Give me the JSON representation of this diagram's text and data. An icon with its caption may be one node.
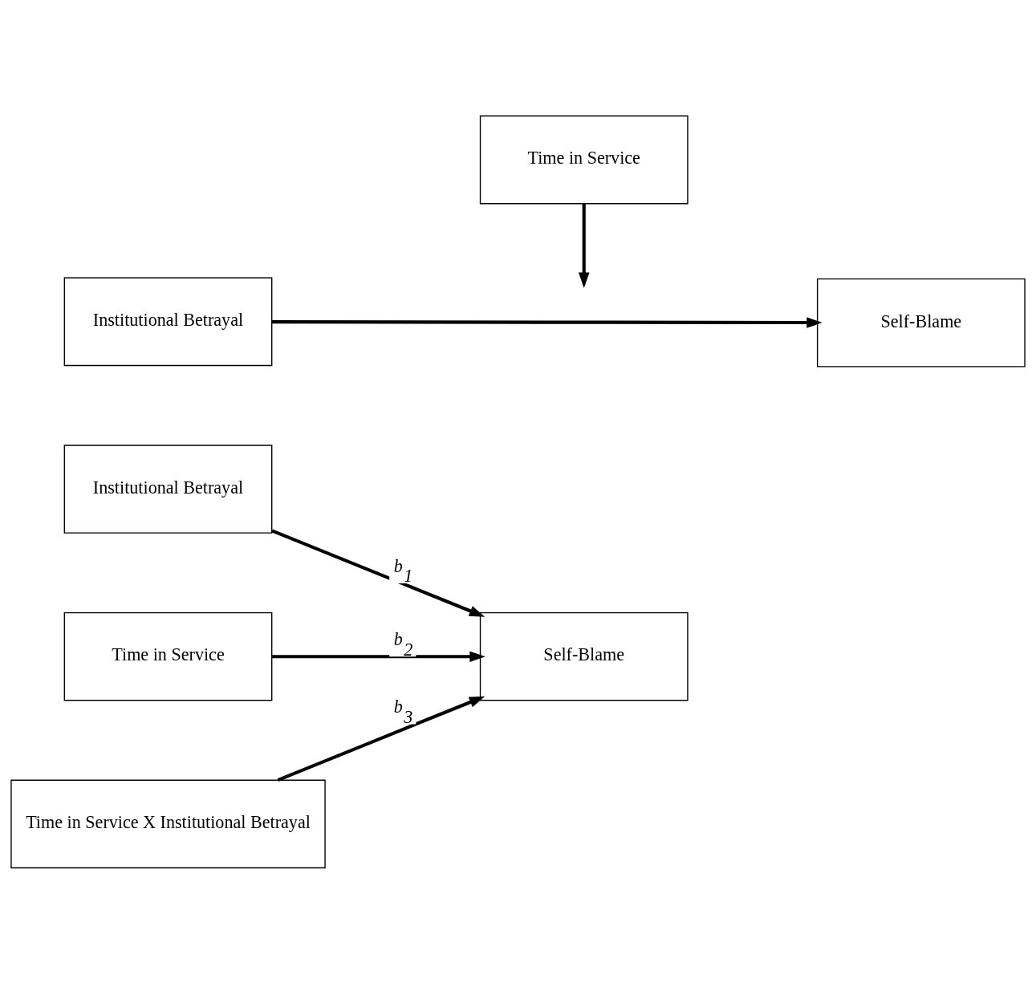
{
  "diagram": {
    "nodes": [
      {
        "text": [
          "Time in Service"
        ]
      },
      {
        "text": [
          "Institutional Betrayal"
        ]
      },
      {
        "text": [
          "Self-Blame"
        ]
      },
      {
        "text": [
          "Institutional Betrayal"
        ]
      },
      {
        "text": [
          "Time in Service"
        ]
      },
      {
        "text": [
          "Time in Service X Institutional Betrayal"
        ]
      },
      {
        "text": [
          "Self-Blame"
        ]
      }
    ],
    "edges": [
      {
        "from": 0,
        "to": null,
        "arrow": "to"
      },
      {
        "from": 1,
        "to": 2,
        "arrow": "to"
      },
      {
        "from": 3,
        "to": 6,
        "arrow": "to",
        "label": "b$_{1}$"
      },
      {
        "from": 4,
        "to": 6,
        "arrow": "to",
        "label": "b$_{2}$"
      },
      {
        "from": 5,
        "to": 6,
        "arrow": "to",
        "label": "b$_{3}$"
      }
    ]
  }
}
